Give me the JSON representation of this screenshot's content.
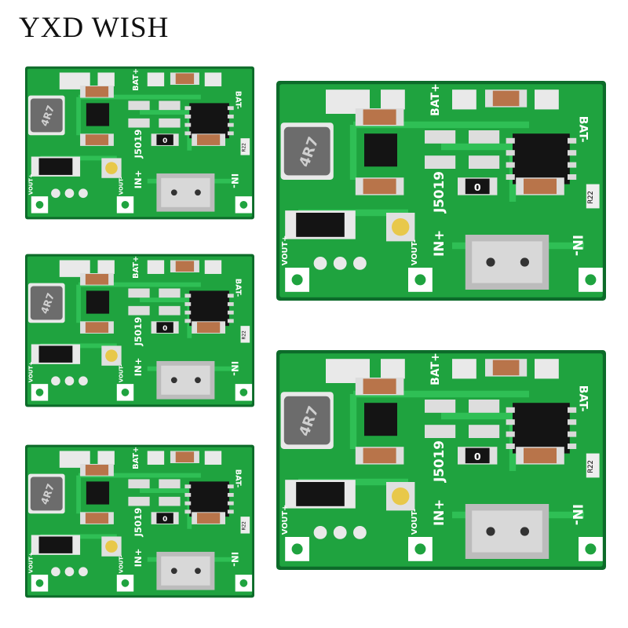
{
  "brand": {
    "text": "YXD WISH"
  },
  "silk": {
    "bat_plus": "BAT+",
    "bat_minus": "BAT-",
    "in_plus": "IN+",
    "in_minus": "IN-",
    "vout_plus": "VOUT+",
    "vout_minus": "VOUT-",
    "model": "J5019",
    "inductor": "4R7",
    "resistor_a": "0",
    "resistor_b": "R22"
  },
  "colors": {
    "pcb": "#1fa33f",
    "pcb_dark": "#0d6b2a",
    "trace": "#2fbf55",
    "pad": "#e9e9e9",
    "chip": "#141414",
    "cap": "#b8744a",
    "inductor": "#6c6c6c"
  },
  "boards": [
    {
      "name": "board-small-top"
    },
    {
      "name": "board-small-middle"
    },
    {
      "name": "board-small-bottom"
    },
    {
      "name": "board-large-top"
    },
    {
      "name": "board-large-bottom"
    }
  ]
}
